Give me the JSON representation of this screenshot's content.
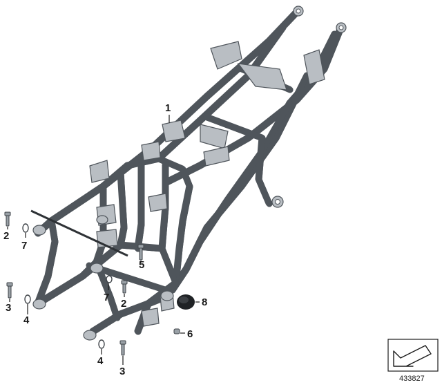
{
  "diagram": {
    "callouts": [
      {
        "id": "c1",
        "label": "1"
      },
      {
        "id": "c2a",
        "label": "2"
      },
      {
        "id": "c7a",
        "label": "7"
      },
      {
        "id": "c5",
        "label": "5"
      },
      {
        "id": "c3a",
        "label": "3"
      },
      {
        "id": "c4a",
        "label": "4"
      },
      {
        "id": "c7b",
        "label": "7"
      },
      {
        "id": "c2b",
        "label": "2"
      },
      {
        "id": "c8",
        "label": "8"
      },
      {
        "id": "c6",
        "label": "6"
      },
      {
        "id": "c4b",
        "label": "4"
      },
      {
        "id": "c3b",
        "label": "3"
      }
    ],
    "doc_number": "433827",
    "nav_icon": "arrow-down-left-icon"
  }
}
